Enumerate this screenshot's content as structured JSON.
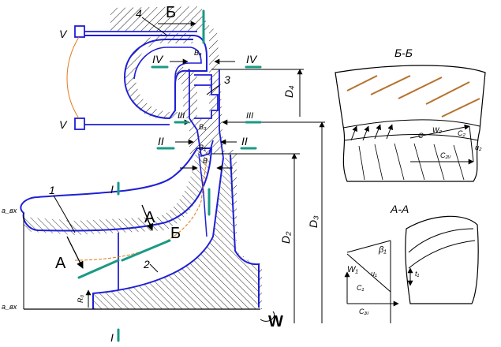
{
  "labels": {
    "sec_B_top": "Б",
    "sec_B_mid": "Б",
    "sec_A_mid": "А",
    "sec_A_left": "А",
    "roman_V_top": "V",
    "roman_V_bot": "V",
    "roman_IV_left": "IV",
    "roman_IV_right": "IV",
    "roman_III_left": "III",
    "roman_III_right": "III",
    "roman_II_left": "II",
    "roman_II_right": "II",
    "roman_I_top": "I",
    "roman_I_bot": "I",
    "num_1": "1",
    "num_2": "2",
    "num_3": "3",
    "num_4": "4",
    "b4": "B₄",
    "b3": "B₃",
    "b2": "B₂",
    "b": "B",
    "d4": "D₄",
    "d3": "D₃",
    "d2": "D₂",
    "r0": "R₀",
    "a_vx_top": "a_вх",
    "a_vx_bot": "a_вх",
    "omega": "W"
  },
  "section_BB": {
    "title": "Б-Б",
    "c_label": "C",
    "c2_label": "C₂",
    "u2_label": "u₂",
    "c2u_label": "C₂ᵤ",
    "w2_label": "W₂"
  },
  "section_AA": {
    "title": "А-А",
    "w_label": "W₁",
    "beta_label": "β₁",
    "c_label": "C₁",
    "u_label": "u₁",
    "c1u_label": "C₁ᵤ",
    "t_label": "t₁"
  },
  "colors": {
    "outline": "#1f1fd6",
    "section_mark": "#1a9a86",
    "centerline": "#e07a18",
    "ink": "#000000"
  }
}
